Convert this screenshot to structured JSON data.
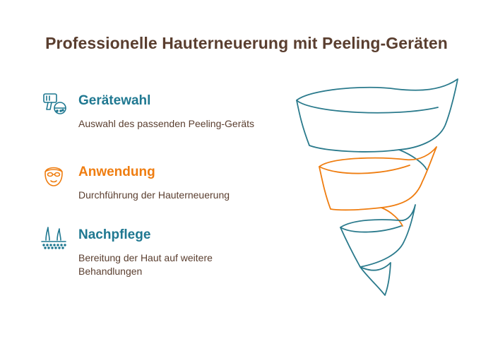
{
  "title": "Professionelle Hauterneuerung mit Peeling-Geräten",
  "steps": [
    {
      "heading": "Gerätewahl",
      "description": "Auswahl des passenden Peeling-Geräts",
      "icon": "device-icon",
      "color": "#1f7891"
    },
    {
      "heading": "Anwendung",
      "description": "Durchführung der Hauterneuerung",
      "icon": "face-icon",
      "color": "#ef7d10"
    },
    {
      "heading": "Nachpflege",
      "description": "Bereitung der Haut auf weitere Behandlungen",
      "icon": "skin-layer-icon",
      "color": "#1f7891"
    }
  ],
  "funnel": {
    "stages": [
      "Gerätewahl",
      "Anwendung",
      "Nachpflege"
    ],
    "colors": [
      "#2a7a8c",
      "#ef7d10",
      "#2a7a8c"
    ]
  }
}
